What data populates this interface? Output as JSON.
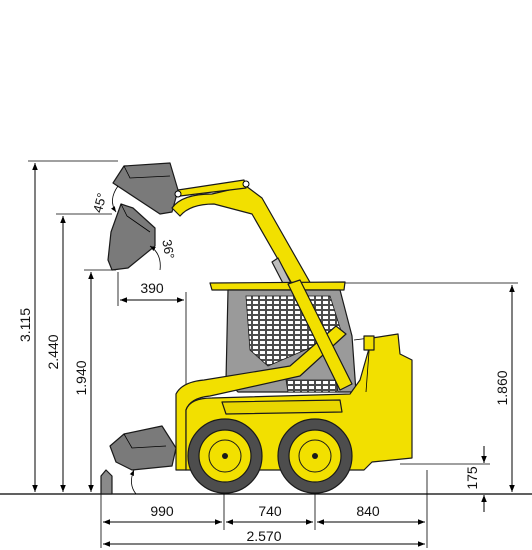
{
  "dimensions": {
    "height_max": "3.115",
    "height_pin": "2.440",
    "height_dump": "1.940",
    "height_machine": "1.860",
    "ground_clearance": "175",
    "reach": "390",
    "length_front": "990",
    "wheelbase": "740",
    "length_rear": "840",
    "length_total": "2.570"
  },
  "angles": {
    "rollback_top": "45°",
    "dump_angle": "36°"
  },
  "colors": {
    "machine": "#f2e000",
    "bucket": "#7a7a7a",
    "tire": "#4d4d4d",
    "dimension_lines": "#000000"
  }
}
